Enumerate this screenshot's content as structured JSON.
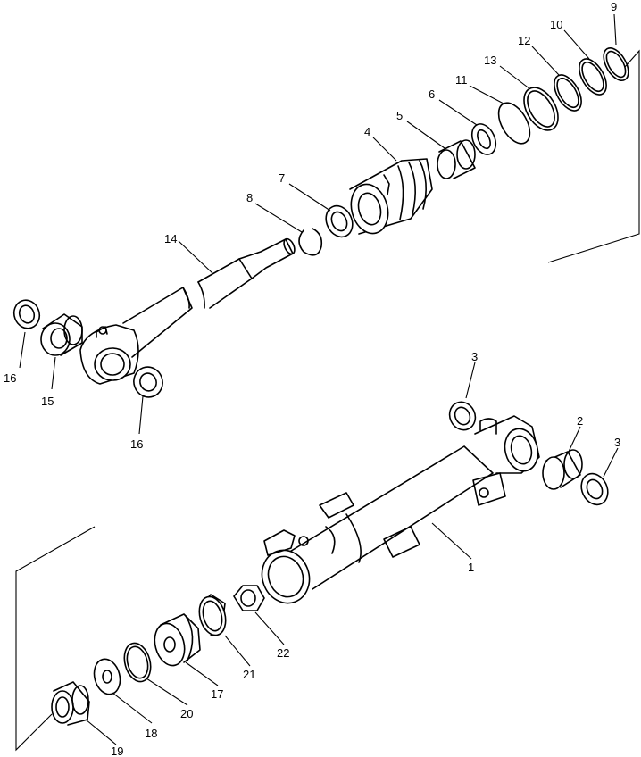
{
  "diagram": {
    "labels": {
      "n1": "1",
      "n2": "2",
      "n3a": "3",
      "n3b": "3",
      "n4": "4",
      "n5": "5",
      "n6": "6",
      "n7": "7",
      "n8": "8",
      "n9": "9",
      "n10": "10",
      "n11": "11",
      "n12": "12",
      "n13": "13",
      "n14": "14",
      "n15": "15",
      "n16a": "16",
      "n16b": "16",
      "n17": "17",
      "n18": "18",
      "n19": "19",
      "n20": "20",
      "n21": "21",
      "n22": "22"
    }
  }
}
